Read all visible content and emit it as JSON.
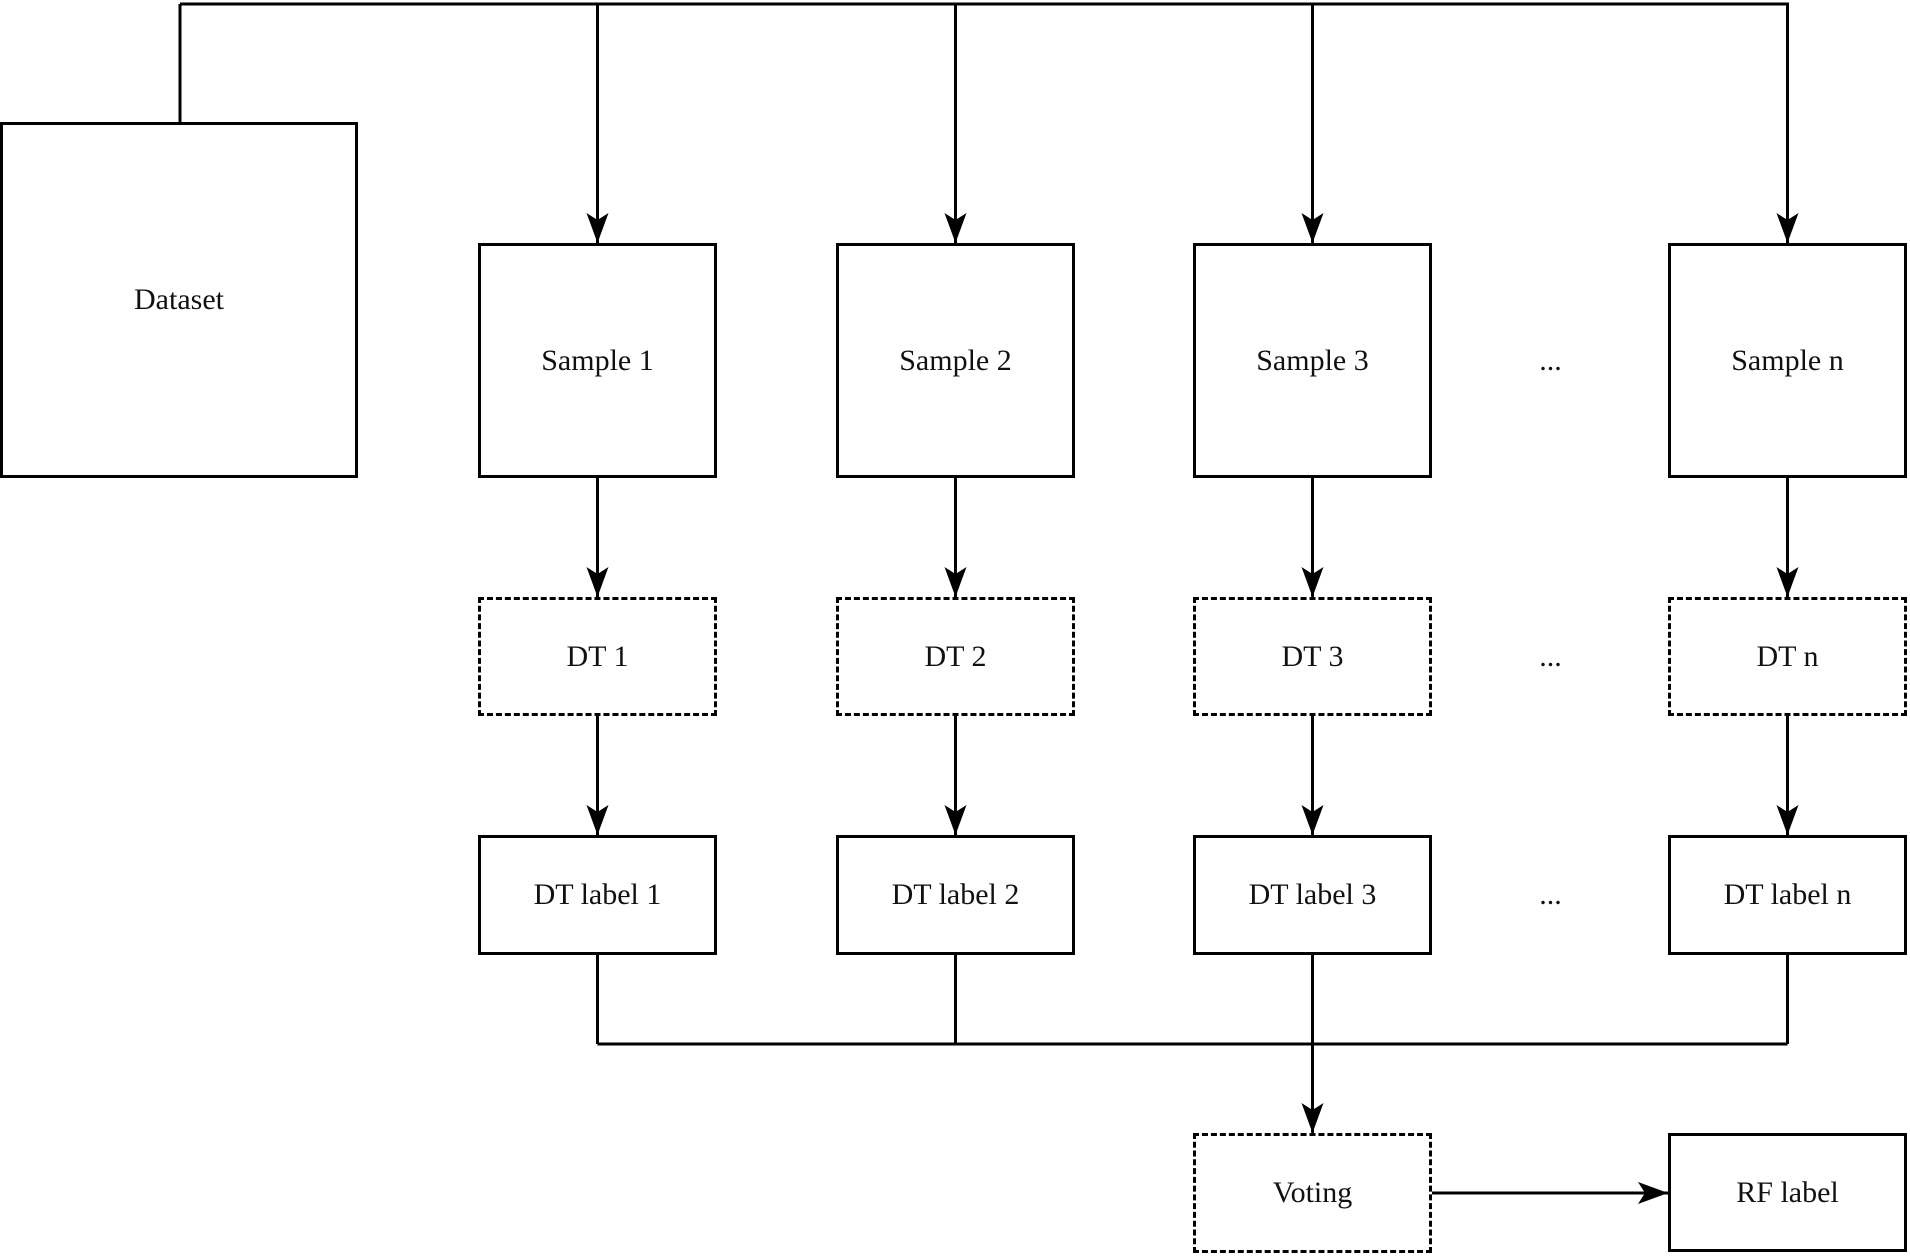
{
  "diagram": {
    "title_hint": "Random Forest ensemble flow diagram",
    "dataset_label": "Dataset",
    "columns": [
      {
        "sample": "Sample 1",
        "dt": "DT 1",
        "dt_label": "DT label 1"
      },
      {
        "sample": "Sample 2",
        "dt": "DT 2",
        "dt_label": "DT label 2"
      },
      {
        "sample": "Sample 3",
        "dt": "DT 3",
        "dt_label": "DT label 3"
      },
      {
        "sample": "Sample n",
        "dt": "DT n",
        "dt_label": "DT label n"
      }
    ],
    "ellipsis": "...",
    "voting_label": "Voting",
    "rf_label": "RF label",
    "colors": {
      "line": "#000000",
      "background": "#ffffff",
      "text": "#111111"
    }
  }
}
